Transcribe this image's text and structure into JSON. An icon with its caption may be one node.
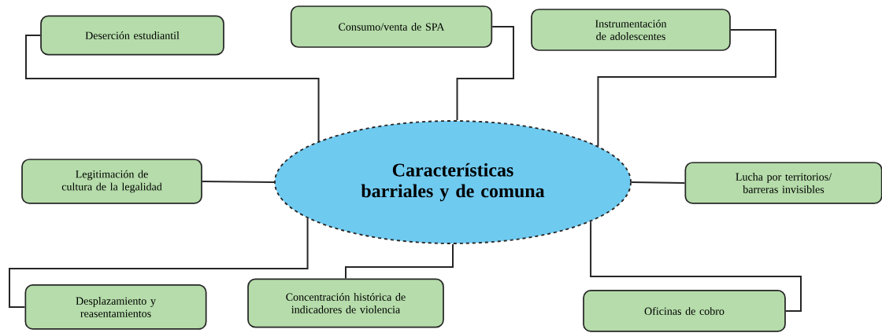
{
  "diagram": {
    "nodes": [
      {
        "text": [
          "Características barriales y de comuna"
        ]
      },
      {
        "text": [
          "Deserción estudiantil"
        ]
      },
      {
        "text": [
          "Consumo/venta de SPA"
        ]
      },
      {
        "text": [
          "Instrumentación de adolescentes"
        ]
      },
      {
        "text": [
          "Legitimación de cultura de la legalidad"
        ]
      },
      {
        "text": [
          "Lucha por territorios/ barreras invisibles"
        ]
      },
      {
        "text": [
          "Desplazamiento y reasentamientos"
        ]
      },
      {
        "text": [
          "Concentración histórica de indicadores de violencia"
        ]
      },
      {
        "text": [
          "Oficinas de cobro"
        ]
      }
    ],
    "edges": [
      {
        "from": 0,
        "to": 1,
        "arrow": "none"
      },
      {
        "from": 0,
        "to": 2,
        "arrow": "none"
      },
      {
        "from": 0,
        "to": 3,
        "arrow": "none"
      },
      {
        "from": 0,
        "to": 4,
        "arrow": "none"
      },
      {
        "from": 0,
        "to": 5,
        "arrow": "none"
      },
      {
        "from": 0,
        "to": 6,
        "arrow": "none"
      },
      {
        "from": 0,
        "to": 7,
        "arrow": "none"
      },
      {
        "from": 0,
        "to": 8,
        "arrow": "none"
      }
    ]
  }
}
